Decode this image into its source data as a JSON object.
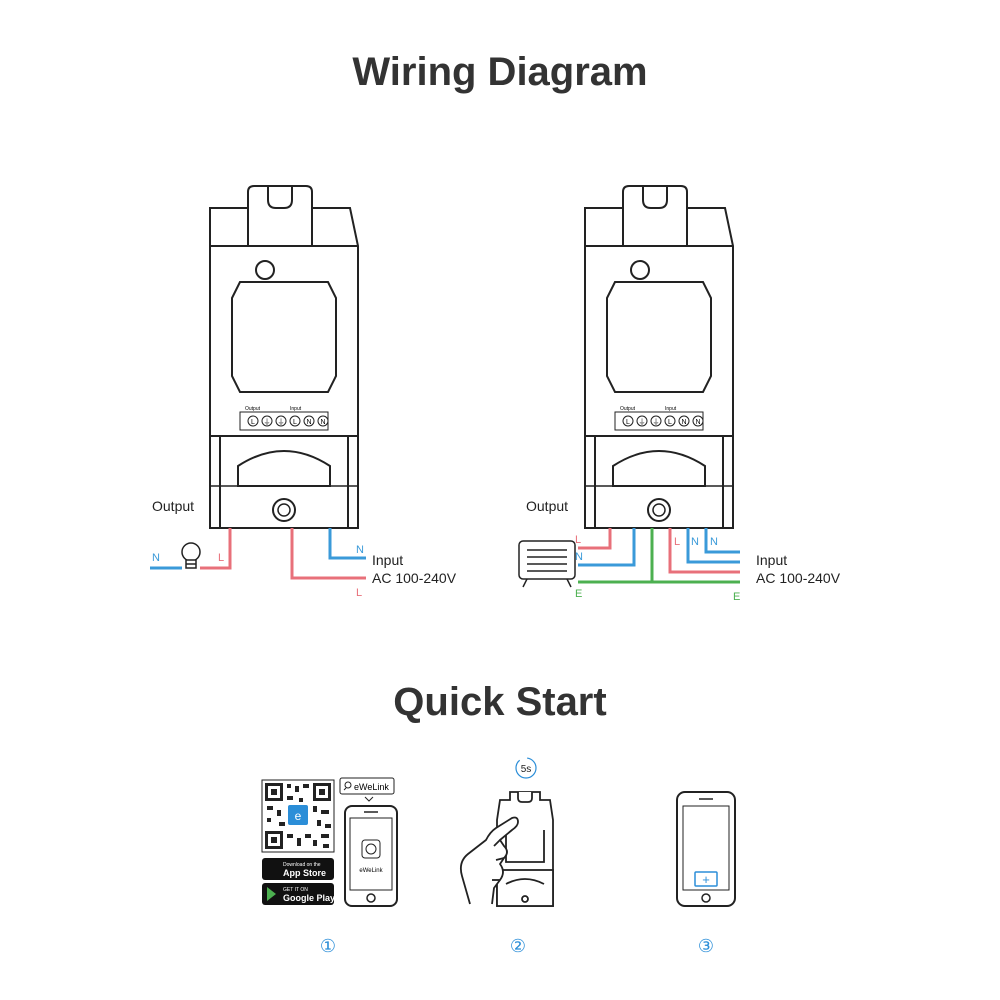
{
  "wiring": {
    "title": "Wiring Diagram",
    "terminal_group_output": "Output",
    "terminal_group_input": "Input",
    "terminals": [
      "L",
      "⏚",
      "⏚",
      "L",
      "N",
      "N"
    ],
    "left": {
      "output_label": "Output",
      "input_label": "Input",
      "voltage_label": "AC 100-240V",
      "n_label_load": "N",
      "l_label_load": "L",
      "n_label_input": "N",
      "l_label_input": "L"
    },
    "right": {
      "output_label": "Output",
      "input_label": "Input",
      "voltage_label": "AC 100-240V",
      "l_label_load": "L",
      "n_label_load": "N",
      "e_label_load": "E",
      "l_label_top": "L",
      "n_label_top1": "N",
      "n_label_top2": "N",
      "e_label_input": "E"
    }
  },
  "quick_start": {
    "title": "Quick Start",
    "step1": {
      "number": "①",
      "search_label": "eWeLink",
      "app_label": "eWeLink",
      "app_store_small": "Download on the",
      "app_store": "App Store",
      "google_small": "GET IT ON",
      "google": "Google Play"
    },
    "step2": {
      "number": "②",
      "timer": "5s"
    },
    "step3": {
      "number": "③",
      "plus": "+"
    }
  },
  "colors": {
    "live": "#e8707a",
    "neutral": "#3a9ad9",
    "earth": "#4cb050",
    "accent_blue": "#2b8ed8",
    "outline": "#222222"
  }
}
